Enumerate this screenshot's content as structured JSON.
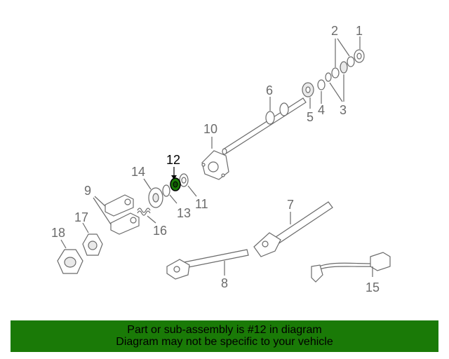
{
  "callouts": [
    {
      "id": "1",
      "text": "1"
    },
    {
      "id": "2",
      "text": "2"
    },
    {
      "id": "3",
      "text": "3"
    },
    {
      "id": "4",
      "text": "4"
    },
    {
      "id": "5",
      "text": "5"
    },
    {
      "id": "6",
      "text": "6"
    },
    {
      "id": "7",
      "text": "7"
    },
    {
      "id": "8",
      "text": "8"
    },
    {
      "id": "9",
      "text": "9"
    },
    {
      "id": "10",
      "text": "10"
    },
    {
      "id": "11",
      "text": "11"
    },
    {
      "id": "12",
      "text": "12"
    },
    {
      "id": "13",
      "text": "13"
    },
    {
      "id": "14",
      "text": "14"
    },
    {
      "id": "15",
      "text": "15"
    },
    {
      "id": "16",
      "text": "16"
    },
    {
      "id": "17",
      "text": "17"
    },
    {
      "id": "18",
      "text": "18"
    }
  ],
  "highlighted_part": "12",
  "colors": {
    "highlight_part": "#1a7a07",
    "banner_background": "#1a7a07",
    "line": "#6b6b6b"
  },
  "banner": {
    "line1": "Part or sub-assembly is #12 in diagram",
    "line2": "Diagram may not be specific to your vehicle"
  }
}
